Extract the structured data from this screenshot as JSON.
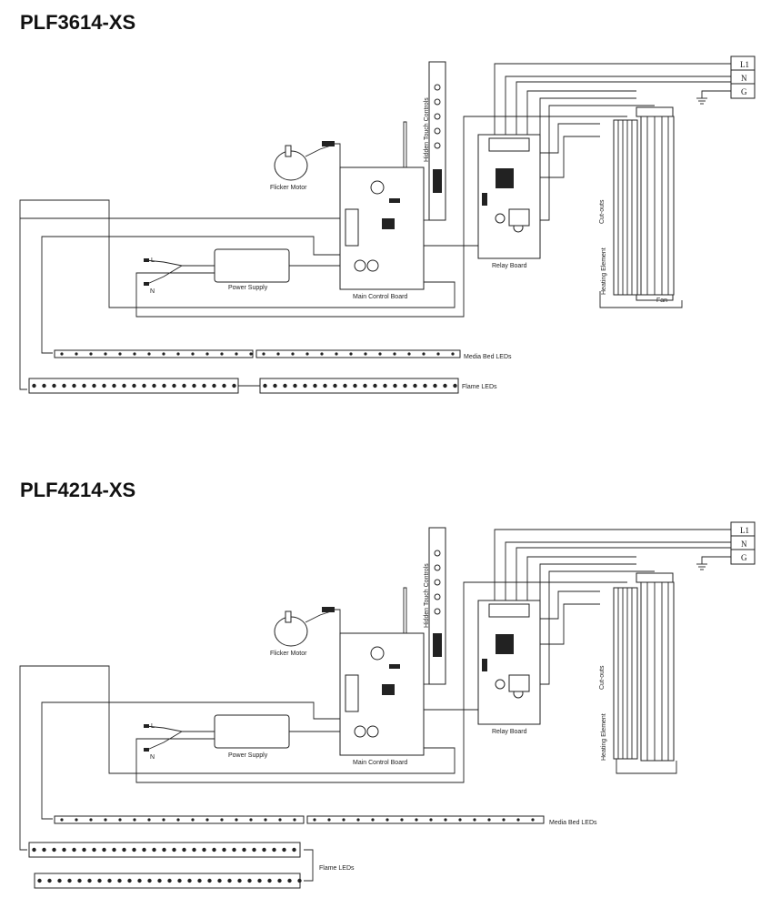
{
  "diagrams": [
    {
      "title": "PLF3614-XS",
      "labels": {
        "flicker_motor": "Flicker Motor",
        "power_supply": "Power Supply",
        "main_control_board": "Main Control Board",
        "relay_board": "Relay Board",
        "hidden_touch_controls": "Hidden Touch Controls",
        "cut_outs": "Cut-outs",
        "heating_element": "Heating Element",
        "fan": "Fan",
        "media_bed_leds": "Media Bed LEDs",
        "flame_leds": "Flame LEDs",
        "l": "L",
        "n": "N"
      },
      "terminals": [
        "L1",
        "N",
        "G"
      ]
    },
    {
      "title": "PLF4214-XS",
      "labels": {
        "flicker_motor": "Flicker Motor",
        "power_supply": "Power Supply",
        "main_control_board": "Main Control Board",
        "relay_board": "Relay Board",
        "hidden_touch_controls": "Hidden Touch Controls",
        "cut_outs": "Cut-outs",
        "heating_element": "Heating Element",
        "media_bed_leds": "Media Bed LEDs",
        "flame_leds": "Flame LEDs",
        "l": "L",
        "n": "N"
      },
      "terminals": [
        "L1",
        "N",
        "G"
      ]
    }
  ]
}
